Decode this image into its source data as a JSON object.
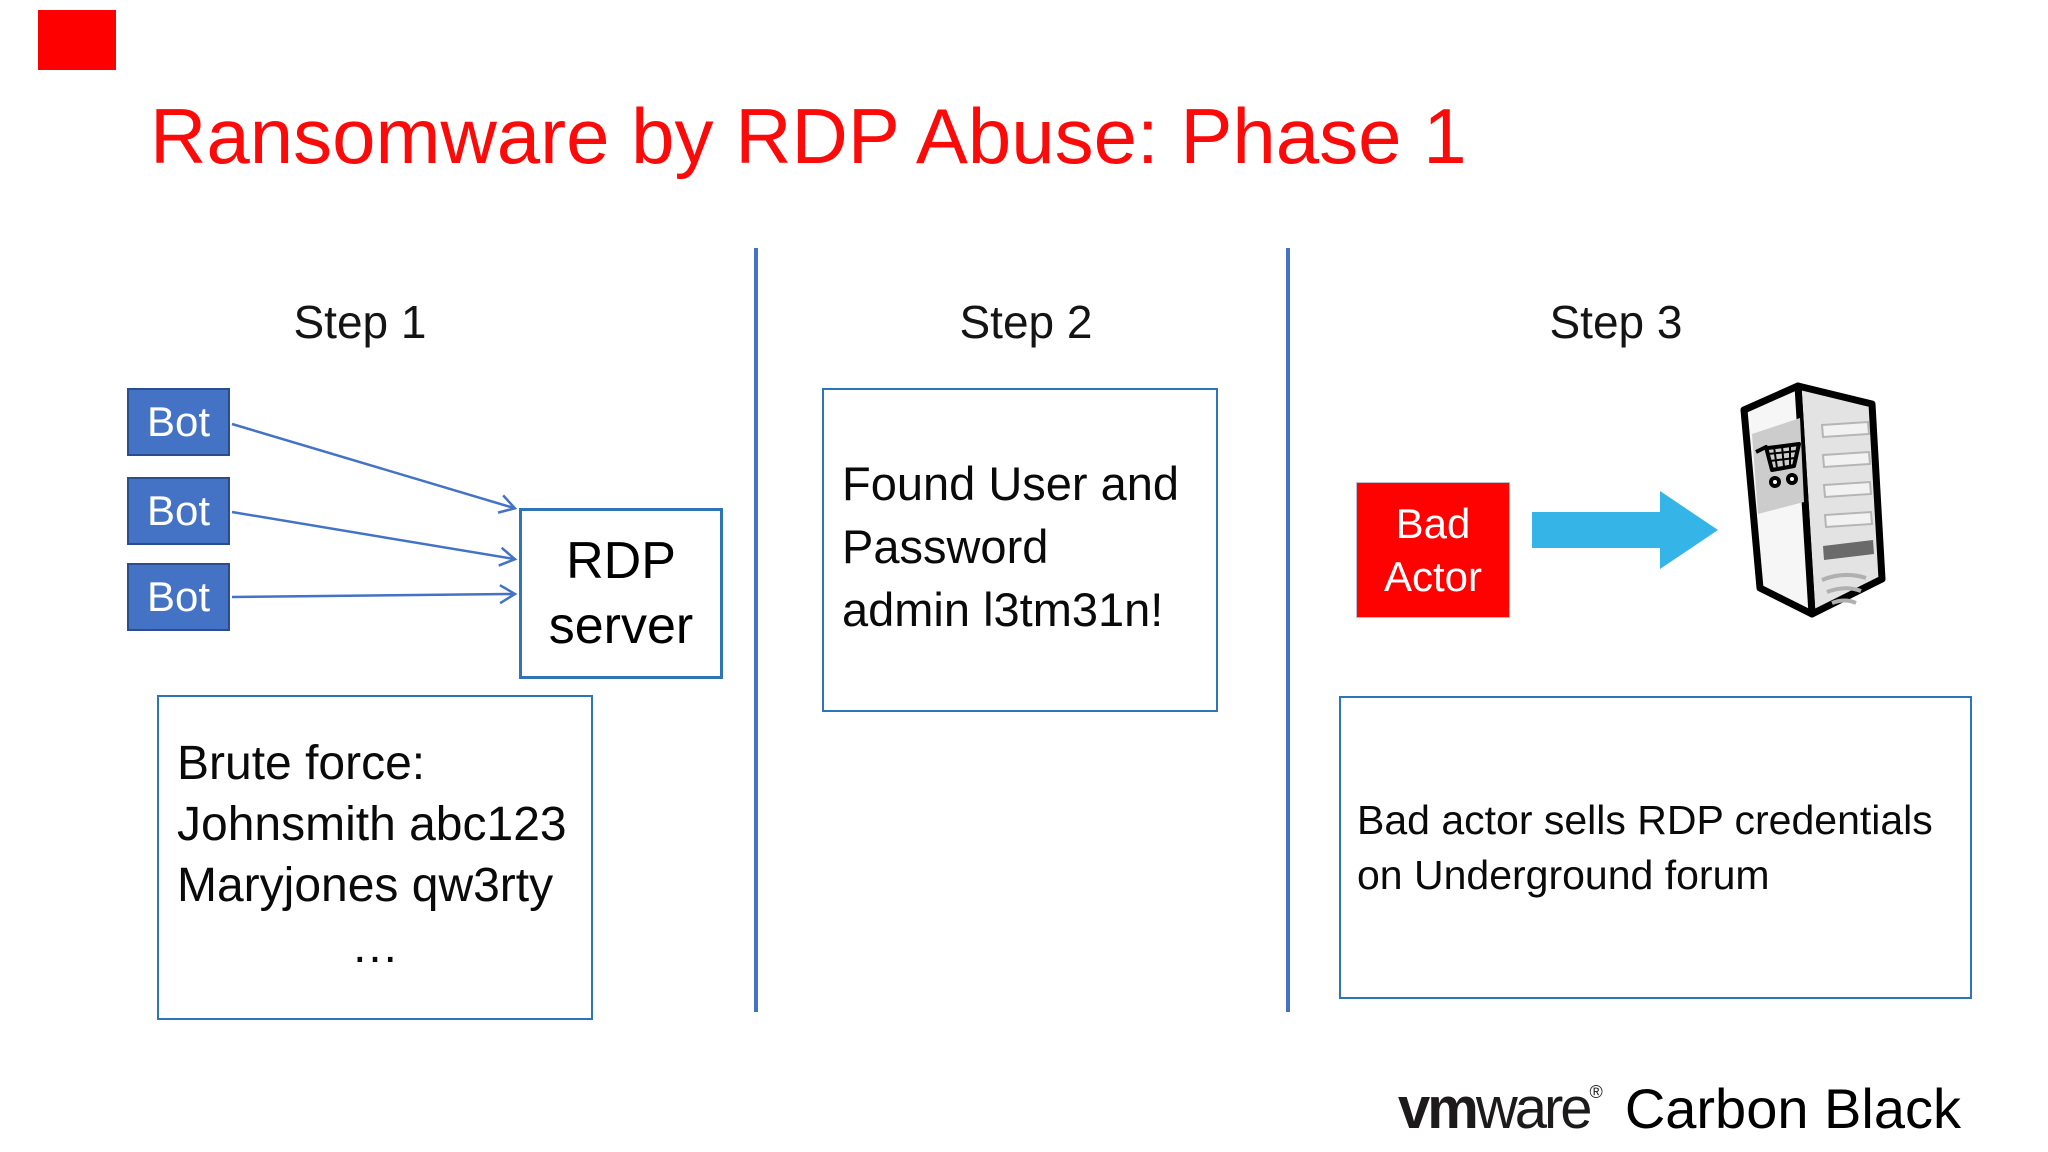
{
  "title": {
    "text": "Ransomware by RDP Abuse: Phase 1"
  },
  "steps": {
    "step1": "Step 1",
    "step2": "Step 2",
    "step3": "Step 3"
  },
  "step1": {
    "bots": [
      "Bot",
      "Bot",
      "Bot"
    ],
    "rdp_server": [
      "RDP",
      "server"
    ],
    "brute_force": [
      "Brute force:",
      "Johnsmith abc123",
      "Maryjones qw3rty",
      "…"
    ]
  },
  "step2": {
    "found": [
      "Found User and",
      "Password",
      "admin l3tm31n!"
    ]
  },
  "step3": {
    "bad_actor": [
      "Bad",
      "Actor"
    ],
    "note": [
      "Bad actor sells RDP credentials",
      "on Underground forum"
    ]
  },
  "footer": {
    "vm": "vm",
    "ware": "ware",
    "registered": "®",
    "product": "Carbon Black"
  },
  "icons": {
    "server": "server-tower-icon",
    "cart": "shopping-cart-icon",
    "flow_arrow": "flow-arrow-icon"
  },
  "colors": {
    "title_red": "#fb0a0a",
    "accent_red": "#fe0000",
    "bot_blue": "#4472c4",
    "box_border_blue": "#2e75b6",
    "divider_blue": "#4472c4",
    "block_arrow_blue": "#35b4e8",
    "text_black": "#0a0a0a"
  }
}
